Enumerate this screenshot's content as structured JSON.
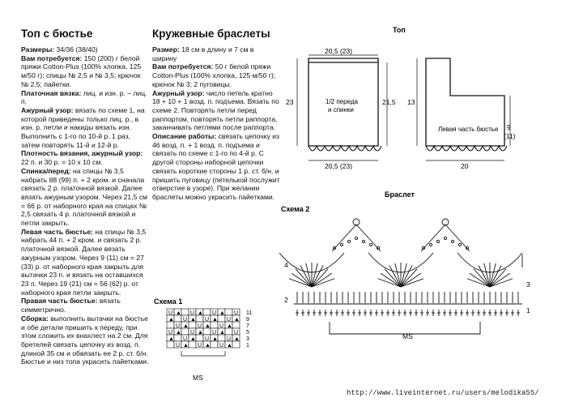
{
  "col1": {
    "title": "Топ с бюстье",
    "p": [
      {
        "t": "Размеры:",
        "b": " 34/36 (38/40)"
      },
      {
        "t": "Вам потребуется:",
        "b": " 150 (200) г белой пряжи Cotton-Plus (100% хлопка, 125 м/50 г); спицы № 2,5 и № 3,5; крючок № 2,5; пайетки."
      },
      {
        "t": "Платочная вязка:",
        "b": " лиц. и изн. р. – лиц. п."
      },
      {
        "t": "Ажурный узор:",
        "b": " вязать по схеме 1, на которой приведены только лиц. р., в изн. р. петли и накиды вязать изн. Выполнить с 1-го по 10-й р. 1 раз, затем повторять 11-й и 12-й р."
      },
      {
        "t": "Плотность вязания, ажурный узор:",
        "b": " 22 п. и 30 р. = 10 х 10 см."
      },
      {
        "t": "Спинка/перед:",
        "b": " на спицы № 3,5 набрать 88 (99) п. + 2 кром. и сначала связать 2 р. платочной вязкой. Далее вязать ажурным узором. Через 21,5 см = 66 р. от наборного края на спицах № 2,5 связать 4 р. платочной вязкой и петли закрыть."
      },
      {
        "t": "Левая часть бюстье:",
        "b": " на спицы № 3,5 набрать 44 п. + 2 кром. и связать 2 р. платочной вязкой. Далее вязать ажурным узором. Через 9 (11) см = 27 (33) р. от наборного края закрыть для вытачки 23 п. и вязать на оставшихся 23 п. Через 19 (21) см = 56 (62) р. от наборного края петли закрыть."
      },
      {
        "t": "Правая часть бюстье:",
        "b": " вязать симметрично."
      },
      {
        "t": "Сборка:",
        "b": " выполнить вытачки на бюстье и обе детали пришить к переду, при этом сложить их внахлест на 2 см. Для бретелей связать цепочку из возд. п. длиной 35 см и обвязать ее 2 р. ст. б/н. Бюстье и низ топа украсить пайетками."
      }
    ]
  },
  "col2": {
    "title": "Кружевные браслеты",
    "p": [
      {
        "t": "Размер:",
        "b": " 18 см в длину и 7 см в ширину"
      },
      {
        "t": "Вам потребуется:",
        "b": " 50 г белой пряжи Cotton-Plus (100% хлопка, 125 м/50 г); крючок № 3; 2 пуговицы."
      },
      {
        "t": "Ажурный узор:",
        "b": " число петель кратно 18 + 10 + 1 возд. п. подъема. Вязать по схеме 2. Повторять петли перед раппортом, повторять петли раппорта, заканчивать петлями после раппорта."
      },
      {
        "t": "Описание работы:",
        "b": " связать цепочку из 46 возд. п. + 1 возд. п. подъема и связать по схеме с 1-го по 4-й р. С другой стороны наборной цепочки связать короткие стороны 1 р. ст. б/н. и пришить пуговицу (петелькой послужит отверстие в узоре). При желании браслеты можно украсить пайетками."
      }
    ]
  },
  "top_diagram": {
    "title": "Топ",
    "front_label": [
      "1/2 переда",
      "и спинки"
    ],
    "bustier_label": "Левая часть бюстье",
    "dim_top": "20,5 (23)",
    "dim_bottom": "20,5 (23)",
    "dim_left": "23",
    "dim_right": "21,5",
    "dim_bustier_left": "13",
    "dim_bustier_right": [
      "9",
      "(11)"
    ],
    "dim_bustier_bottom": "20"
  },
  "bracelet_diagram": {
    "title": "Браслет",
    "scheme": "Схема 2",
    "rows_left": [
      "4",
      "2"
    ],
    "rows_right": [
      "3",
      "1"
    ],
    "repeat_label": "MS"
  },
  "scheme1": {
    "title": "Схема 1",
    "rows_odd": [
      "11",
      "9",
      "7",
      "5",
      "3",
      "1"
    ],
    "repeat_label": "MS"
  },
  "footer": {
    "url": "http://www.liveinternet.ru/users/melodika55/"
  }
}
